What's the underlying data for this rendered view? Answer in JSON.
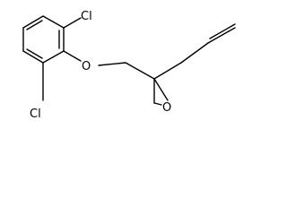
{
  "molecule": {
    "atoms": {
      "cl_top": "Cl",
      "cl_bottom": "Cl",
      "o_ether": "O",
      "o_epoxide": "O"
    },
    "colors": {
      "bond": "#000000",
      "label": "#000000",
      "background": "#ffffff"
    }
  }
}
